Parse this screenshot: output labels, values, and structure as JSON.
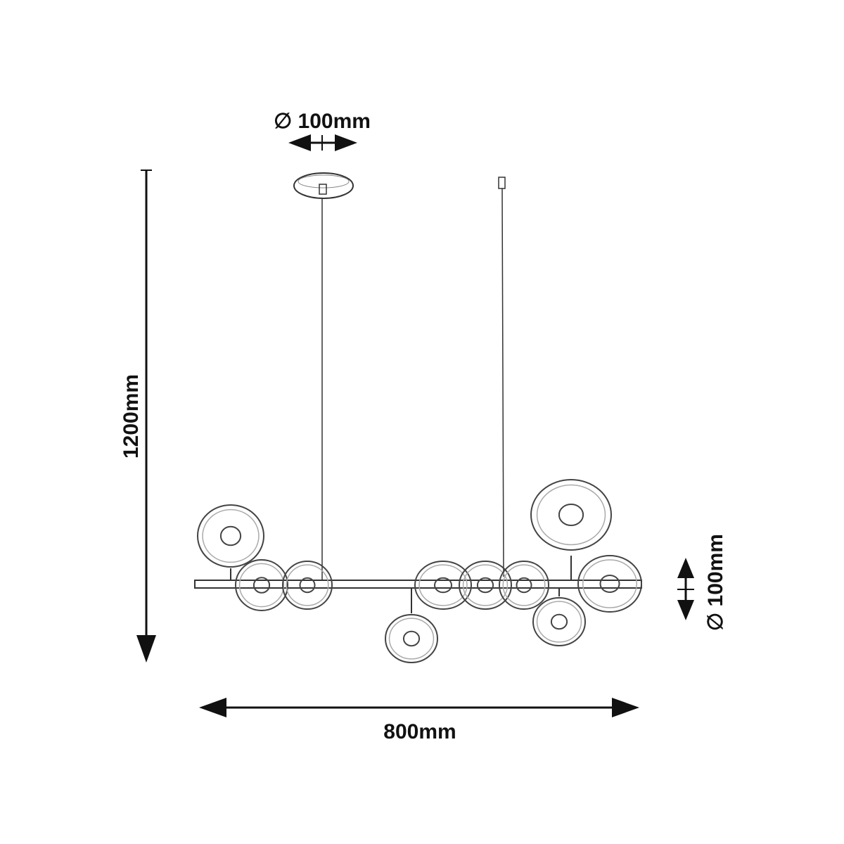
{
  "dimensions": {
    "canopy_diameter": "∅ 100mm",
    "height": "1200mm",
    "width": "800mm",
    "globe_diameter": "∅ 100mm"
  },
  "colors": {
    "line": "#111111",
    "globe": "#444444"
  }
}
